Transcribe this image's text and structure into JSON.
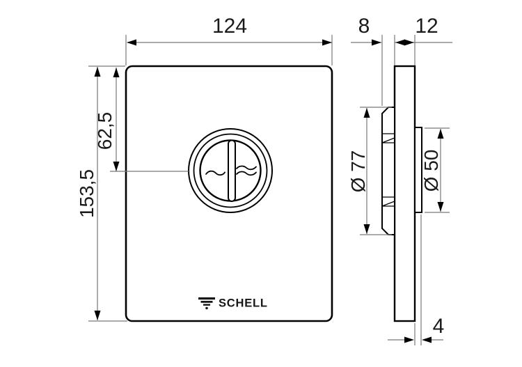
{
  "dimensions": {
    "front_width": "124",
    "flange_depth": "8",
    "frame_depth": "12",
    "button_center_from_top": "62,5",
    "front_height": "153,5",
    "button_collar_diameter": "Ø 77",
    "connection_diameter": "Ø 50",
    "wall_protrusion": "4"
  },
  "brand": {
    "logo_text": "SCHELL"
  },
  "colors": {
    "object_line": "#000000",
    "dimension_line": "#777777",
    "text": "#1a1a1a",
    "background": "#ffffff"
  }
}
